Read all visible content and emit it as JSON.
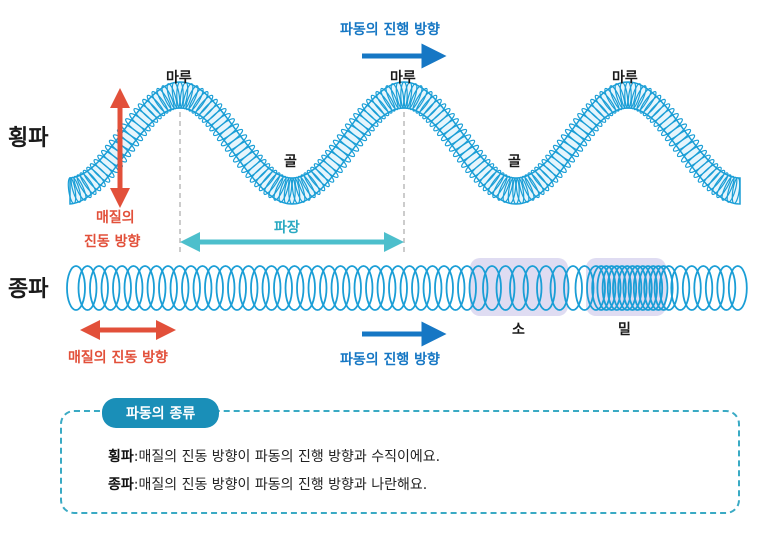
{
  "side_labels": {
    "transverse": "횡파",
    "longitudinal": "종파"
  },
  "transverse": {
    "crest_label": "마루",
    "trough_label": "골",
    "medium_direction": [
      "매질의",
      "진동 방향"
    ],
    "wavelength": "파장",
    "propagation": "파동의 진행 방향"
  },
  "longitudinal": {
    "rarefaction": "소",
    "compression": "밀",
    "medium_direction": "매질의 진동 방향",
    "propagation": "파동의 진행 방향"
  },
  "summary": {
    "title": "파동의 종류",
    "lines": [
      {
        "term": "횡파",
        "sep": ":",
        "text": "매질의 진동 방향이 파동의 진행 방향과 수직이에요."
      },
      {
        "term": "종파",
        "sep": ":",
        "text": "매질의 진동 방향이 파동의 진행 방향과 나란해요."
      }
    ]
  },
  "colors": {
    "spring": "#1a9ed6",
    "blue_arrow": "#1677c4",
    "red_arrow": "#e2503a",
    "teal_arrow": "#4dbfcc",
    "highlight": "#d9d6f0"
  }
}
